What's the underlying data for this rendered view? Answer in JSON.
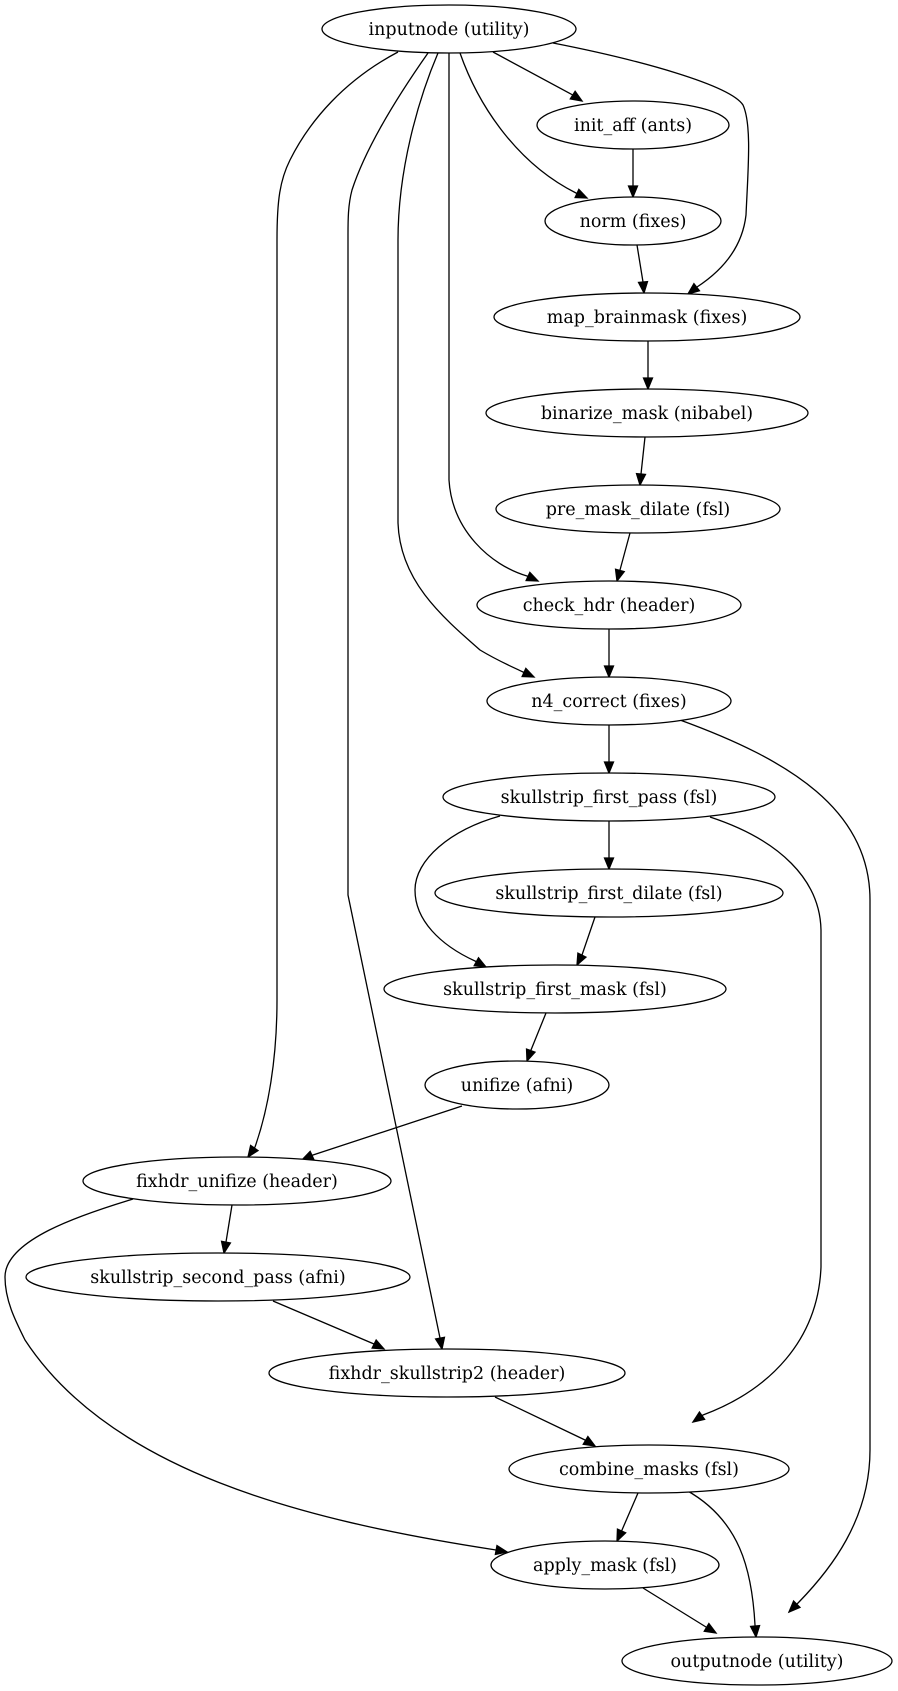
{
  "diagram": {
    "type": "directed-graph",
    "nodes": [
      {
        "id": "inputnode",
        "label": "inputnode (utility)"
      },
      {
        "id": "init_aff",
        "label": "init_aff (ants)"
      },
      {
        "id": "norm",
        "label": "norm (fixes)"
      },
      {
        "id": "map_brainmask",
        "label": "map_brainmask (fixes)"
      },
      {
        "id": "binarize_mask",
        "label": "binarize_mask (nibabel)"
      },
      {
        "id": "pre_mask_dilate",
        "label": "pre_mask_dilate (fsl)"
      },
      {
        "id": "check_hdr",
        "label": "check_hdr (header)"
      },
      {
        "id": "n4_correct",
        "label": "n4_correct (fixes)"
      },
      {
        "id": "skullstrip_first_pass",
        "label": "skullstrip_first_pass (fsl)"
      },
      {
        "id": "skullstrip_first_dilate",
        "label": "skullstrip_first_dilate (fsl)"
      },
      {
        "id": "skullstrip_first_mask",
        "label": "skullstrip_first_mask (fsl)"
      },
      {
        "id": "unifize",
        "label": "unifize (afni)"
      },
      {
        "id": "fixhdr_unifize",
        "label": "fixhdr_unifize (header)"
      },
      {
        "id": "skullstrip_second_pass",
        "label": "skullstrip_second_pass (afni)"
      },
      {
        "id": "fixhdr_skullstrip2",
        "label": "fixhdr_skullstrip2 (header)"
      },
      {
        "id": "combine_masks",
        "label": "combine_masks (fsl)"
      },
      {
        "id": "apply_mask",
        "label": "apply_mask (fsl)"
      },
      {
        "id": "outputnode",
        "label": "outputnode (utility)"
      }
    ],
    "edges": [
      {
        "from": "inputnode",
        "to": "init_aff"
      },
      {
        "from": "inputnode",
        "to": "norm"
      },
      {
        "from": "inputnode",
        "to": "map_brainmask"
      },
      {
        "from": "inputnode",
        "to": "check_hdr"
      },
      {
        "from": "inputnode",
        "to": "n4_correct"
      },
      {
        "from": "inputnode",
        "to": "fixhdr_unifize"
      },
      {
        "from": "inputnode",
        "to": "fixhdr_skullstrip2"
      },
      {
        "from": "init_aff",
        "to": "norm"
      },
      {
        "from": "norm",
        "to": "map_brainmask"
      },
      {
        "from": "map_brainmask",
        "to": "binarize_mask"
      },
      {
        "from": "binarize_mask",
        "to": "pre_mask_dilate"
      },
      {
        "from": "pre_mask_dilate",
        "to": "check_hdr"
      },
      {
        "from": "check_hdr",
        "to": "n4_correct"
      },
      {
        "from": "n4_correct",
        "to": "skullstrip_first_pass"
      },
      {
        "from": "n4_correct",
        "to": "outputnode"
      },
      {
        "from": "skullstrip_first_pass",
        "to": "skullstrip_first_dilate"
      },
      {
        "from": "skullstrip_first_pass",
        "to": "skullstrip_first_mask"
      },
      {
        "from": "skullstrip_first_pass",
        "to": "combine_masks"
      },
      {
        "from": "skullstrip_first_dilate",
        "to": "skullstrip_first_mask"
      },
      {
        "from": "skullstrip_first_mask",
        "to": "unifize"
      },
      {
        "from": "unifize",
        "to": "fixhdr_unifize"
      },
      {
        "from": "fixhdr_unifize",
        "to": "skullstrip_second_pass"
      },
      {
        "from": "fixhdr_unifize",
        "to": "apply_mask"
      },
      {
        "from": "skullstrip_second_pass",
        "to": "fixhdr_skullstrip2"
      },
      {
        "from": "fixhdr_skullstrip2",
        "to": "combine_masks"
      },
      {
        "from": "combine_masks",
        "to": "apply_mask"
      },
      {
        "from": "combine_masks",
        "to": "outputnode"
      },
      {
        "from": "apply_mask",
        "to": "outputnode"
      }
    ],
    "colors": {
      "background": "#ffffff",
      "stroke": "#000000",
      "text": "#000000"
    }
  }
}
